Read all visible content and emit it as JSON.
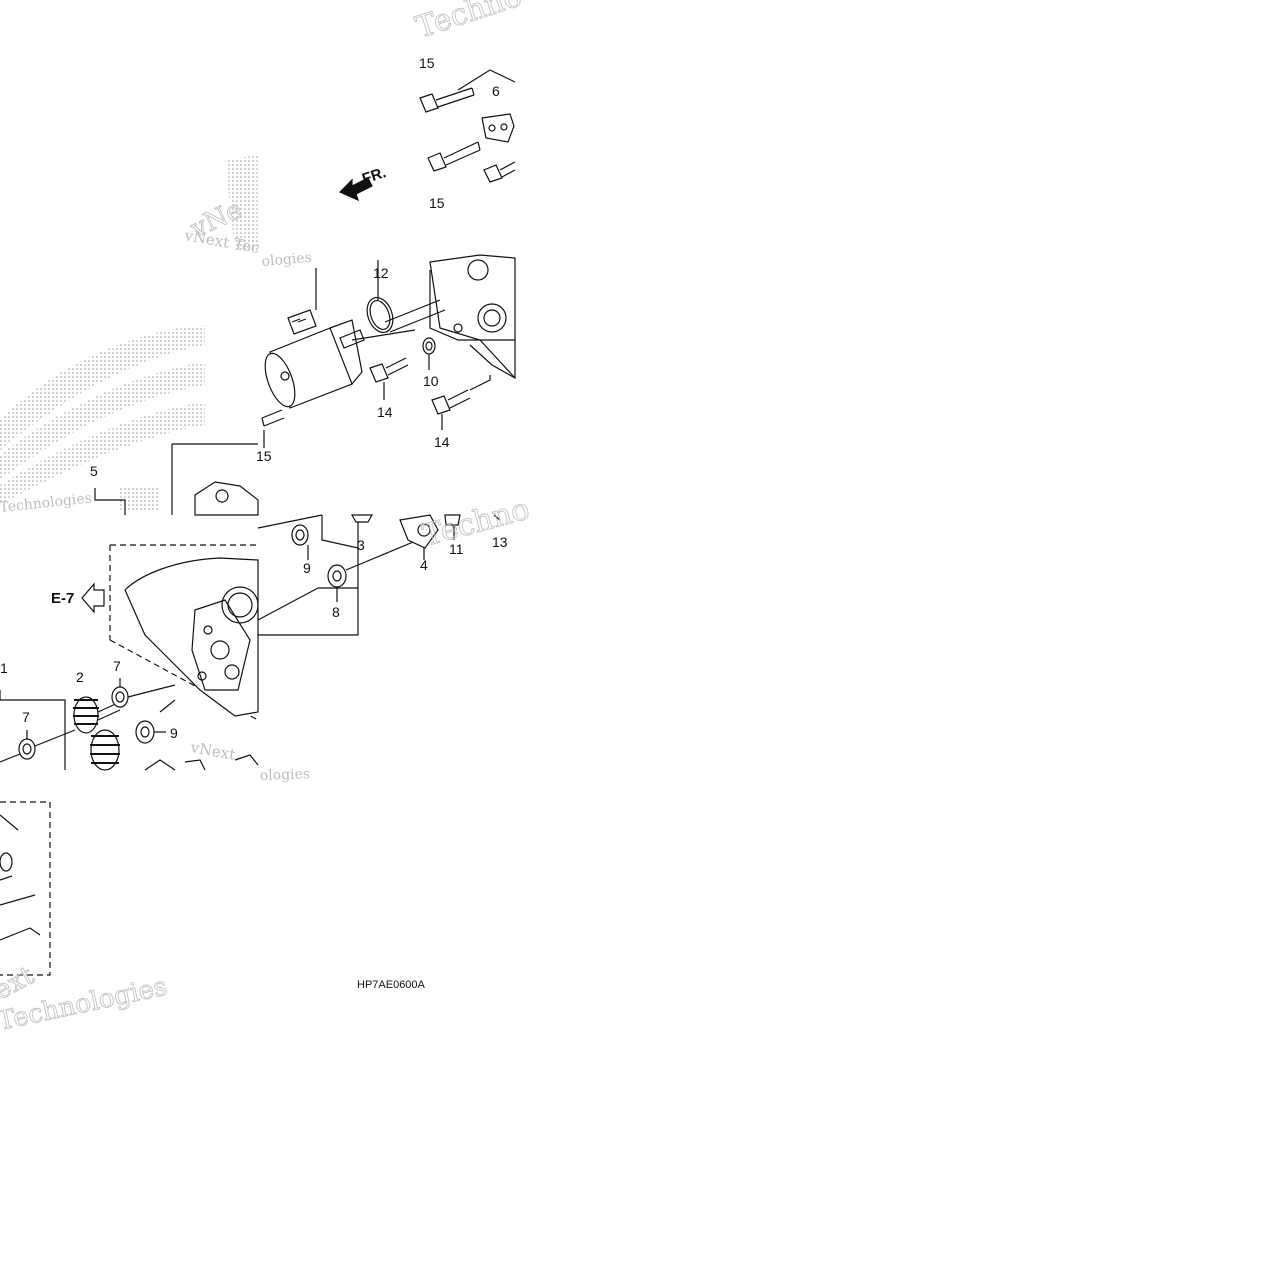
{
  "diagram": {
    "part_numbers": {
      "p1": "1",
      "p2": "2",
      "p3": "3",
      "p4": "4",
      "p5": "5",
      "p6": "6",
      "p7a": "7",
      "p7b": "7",
      "p8": "8",
      "p9a": "9",
      "p9b": "9",
      "p10": "10",
      "p11": "11",
      "p12": "12",
      "p13": "13",
      "p14a": "14",
      "p14b": "14",
      "p15a": "15",
      "p15b": "15",
      "p15c": "15"
    },
    "direction_label": "FR.",
    "reference_label": "E-7",
    "drawing_code": "HP7AE0600A",
    "watermarks": {
      "w1": "Techno",
      "w2": "vNext Tec",
      "w3": "ologies",
      "w4": "Technologies",
      "w5": "Techno",
      "w6": "vNext",
      "w7": "ologies",
      "w8": "vNe",
      "w9": "ext",
      "w10": "Technologies"
    }
  }
}
